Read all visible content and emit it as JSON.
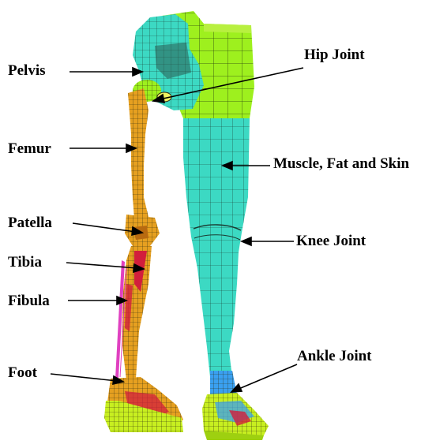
{
  "labels": {
    "pelvis": "Pelvis",
    "femur": "Femur",
    "patella": "Patella",
    "tibia": "Tibia",
    "fibula": "Fibula",
    "foot": "Foot",
    "hip_joint": "Hip Joint",
    "muscle_fat_skin": "Muscle, Fat and Skin",
    "knee_joint": "Knee Joint",
    "ankle_joint": "Ankle Joint"
  },
  "colors": {
    "bone_orange": "#e6a020",
    "bone_dark": "#b86a10",
    "bone_red": "#d21e3c",
    "flesh_cyan": "#3cd9c3",
    "mesh_line": "#1a3a30",
    "pelvis_green": "#9ef01e",
    "foot_yellow": "#c8ef20",
    "ankle_blue": "#3aa0f0",
    "magenta": "#e040c0"
  }
}
